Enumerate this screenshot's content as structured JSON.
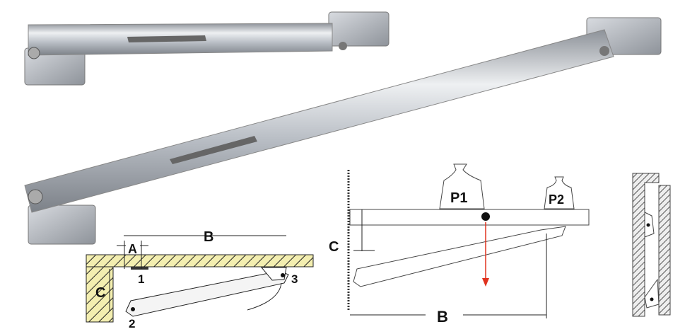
{
  "left_diagram": {
    "label_a": "A",
    "label_b": "B",
    "label_c": "C",
    "point_1": "1",
    "point_2": "2",
    "point_3": "3"
  },
  "middle_diagram": {
    "weight_1": "P1",
    "weight_2": "P2",
    "label_c": "C",
    "label_b": "B"
  },
  "colors": {
    "wood": "#f3eeb0",
    "force_arrow": "#e0321e",
    "metal": "#c8ccd2"
  }
}
